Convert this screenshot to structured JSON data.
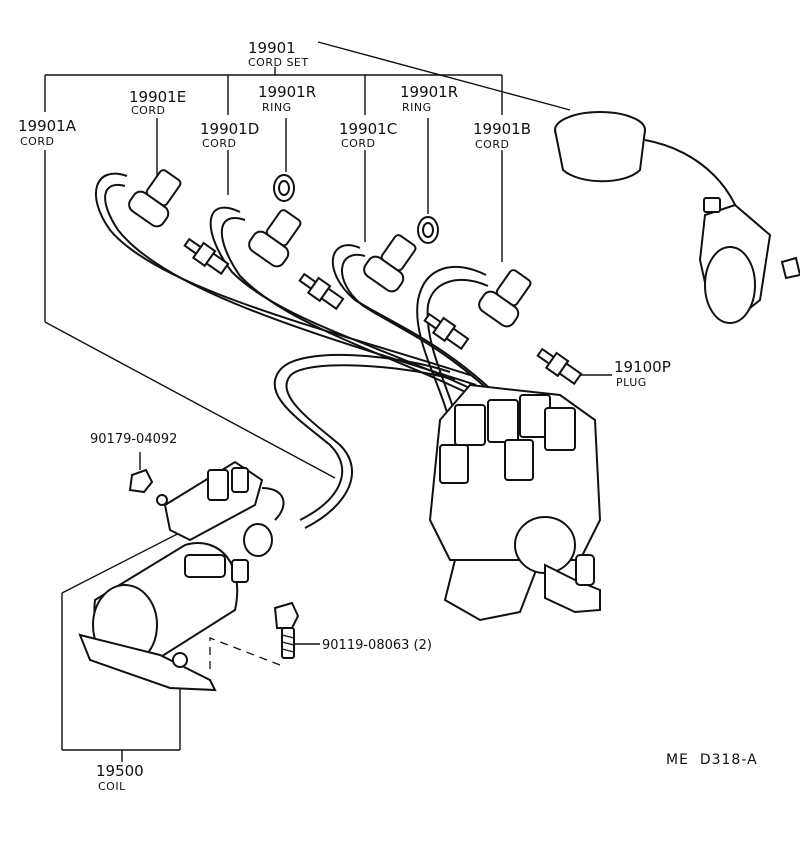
{
  "labels": {
    "cord_set": {
      "number": "19901",
      "name": "CORD SET"
    },
    "cord_e": {
      "number": "19901E",
      "name": "CORD"
    },
    "ring_left": {
      "number": "19901R",
      "name": "RING"
    },
    "ring_right": {
      "number": "19901R",
      "name": "RING"
    },
    "cord_a": {
      "number": "19901A",
      "name": "CORD"
    },
    "cord_d": {
      "number": "19901D",
      "name": "CORD"
    },
    "cord_c": {
      "number": "19901C",
      "name": "CORD"
    },
    "cord_b": {
      "number": "19901B",
      "name": "CORD"
    },
    "plug": {
      "number": "19100P",
      "name": "PLUG"
    },
    "nut": {
      "number": "90179-04092"
    },
    "bolt": {
      "number": "90119-08063 (2)"
    },
    "coil": {
      "number": "19500",
      "name": "COIL"
    }
  },
  "diagram_code": "ME  D318-A"
}
